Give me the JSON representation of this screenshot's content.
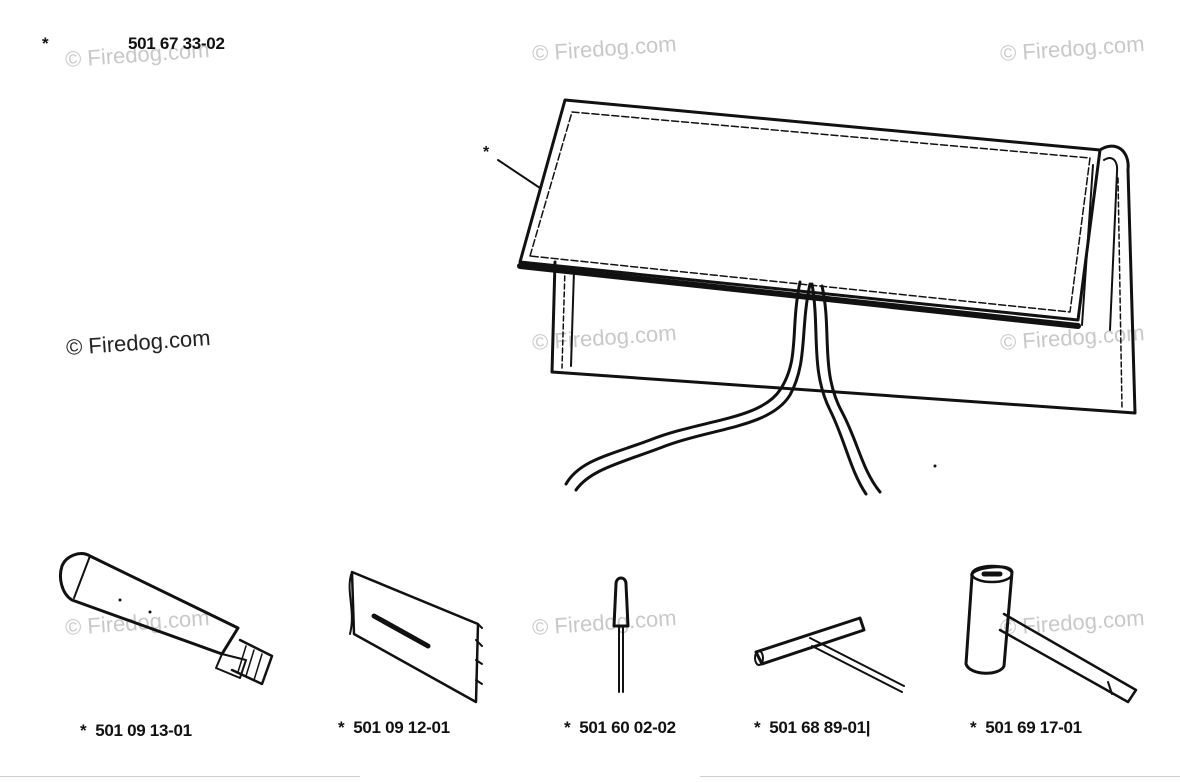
{
  "main_part": {
    "marker": "*",
    "number": "501 67 33-02"
  },
  "pouch_callout": "*",
  "watermarks": [
    "© Firedog.com",
    "© Firedog.com",
    "© Firedog.com",
    "© Firedog.com",
    "© Firedog.com",
    "© Firedog.com",
    "© Firedog.com",
    "© Firedog.com",
    "© Firedog.com"
  ],
  "parts": [
    {
      "marker": "*",
      "number": "501 09 13-01",
      "icon": "grease-tube-icon"
    },
    {
      "marker": "*",
      "number": "501 09 12-01",
      "icon": "manual-booklet-icon"
    },
    {
      "marker": "*",
      "number": "501 60 02-02",
      "icon": "screwdriver-icon"
    },
    {
      "marker": "*",
      "number": "501 68 89-01|",
      "icon": "t-wrench-icon"
    },
    {
      "marker": "*",
      "number": "501 69 17-01",
      "icon": "combination-spanner-icon"
    }
  ]
}
